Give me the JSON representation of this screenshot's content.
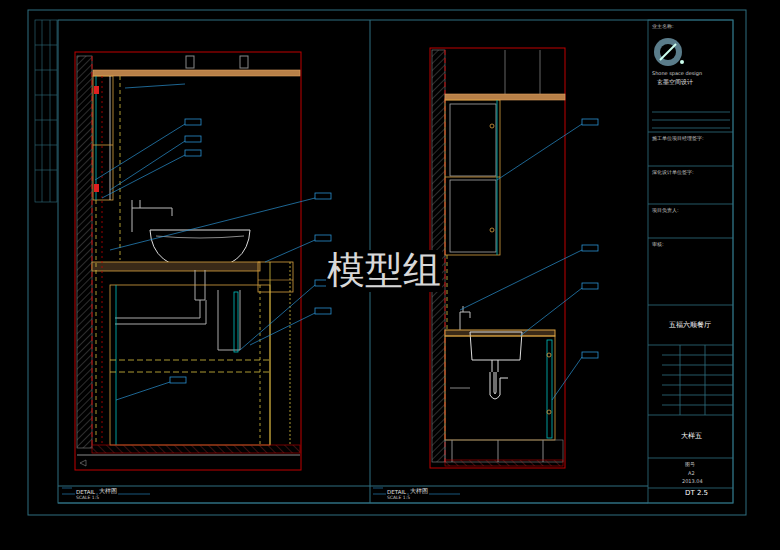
{
  "diagram": {
    "labels": [
      "模型组",
      "DETAIL",
      "大样图",
      "SCALE 1:5",
      "DETAIL",
      "大样图",
      "SCALE 1:5",
      "Shone space design",
      "玄墨空间设计",
      "业主名称:",
      "施工单位项目经理签字:",
      "深化设计单位签字:",
      "项目负责人:",
      "审核:",
      "五福六顺餐厅",
      "大样五",
      "图号",
      "A2",
      "2013.04",
      "DT 2.5"
    ]
  }
}
